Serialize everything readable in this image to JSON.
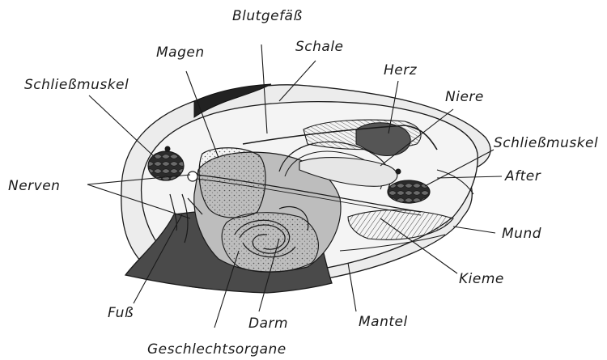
{
  "diagram": {
    "labels": {
      "blutgefaess": "Blutgefäß",
      "schale": "Schale",
      "magen": "Magen",
      "schliessmuskel_left": "Schließmuskel",
      "herz": "Herz",
      "niere": "Niere",
      "schliessmuskel_right": "Schließmuskel",
      "nerven": "Nerven",
      "after": "After",
      "mund": "Mund",
      "kieme": "Kieme",
      "fuss": "Fuß",
      "darm": "Darm",
      "mantel": "Mantel",
      "geschlechtsorgane": "Geschlechtsorgane"
    }
  }
}
